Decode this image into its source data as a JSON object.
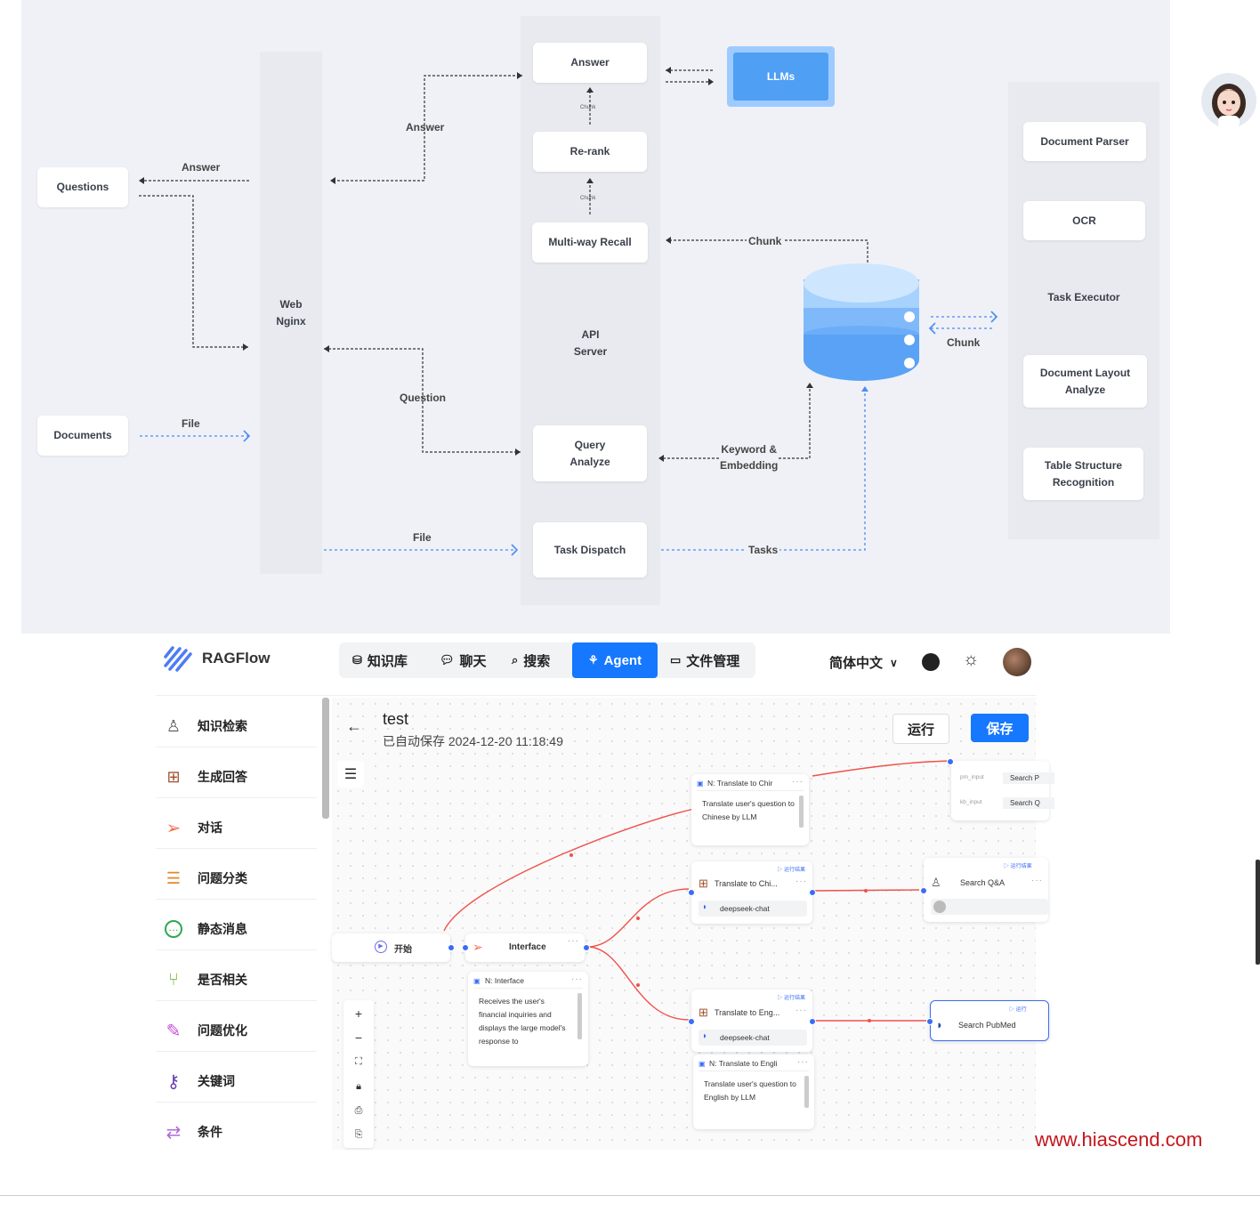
{
  "diagram": {
    "inputs": {
      "questions": "Questions",
      "documents": "Documents"
    },
    "web_nginx": [
      "Web",
      "Nginx"
    ],
    "api_server": [
      "API",
      "Server"
    ],
    "api_boxes": {
      "answer": "Answer",
      "rerank": "Re-rank",
      "recall": "Multi-way Recall",
      "query": [
        "Query",
        "Analyze"
      ],
      "dispatch": "Task Dispatch"
    },
    "llms": "LLMs",
    "executor": {
      "title": "Task Executor",
      "parser": "Document Parser",
      "ocr": "OCR",
      "layout": [
        "Document Layout",
        "Analyze"
      ],
      "table": [
        "Table Structure",
        "Recognition"
      ]
    },
    "labels": {
      "answer_left": "Answer",
      "answer_top": "Answer",
      "file_left": "File",
      "question": "Question",
      "file_bottom": "File",
      "chunk_top": "Chunk",
      "chunk_right": "Chunk",
      "keyword": [
        "Keyword &",
        "Embedding"
      ],
      "tasks": "Tasks",
      "chunk_tiny_1": "Chunk",
      "chunk_tiny_2": "Chunk"
    }
  },
  "app": {
    "brand": "RAGFlow",
    "nav": [
      "知识库",
      "聊天",
      "搜索",
      "Agent",
      "文件管理"
    ],
    "language": "简体中文",
    "sidebar": [
      "知识检索",
      "生成回答",
      "对话",
      "问题分类",
      "静态消息",
      "是否相关",
      "问题优化",
      "关键词",
      "条件"
    ],
    "header": {
      "title": "test",
      "subtitle": "已自动保存 2024-12-20 11:18:49",
      "run": "运行",
      "save": "保存"
    },
    "nodes": {
      "begin": "开始",
      "interface": "Interface",
      "note_interface": {
        "title": "N: Interface",
        "body": "Receives the user's financial inquiries and displays the large model's response to"
      },
      "note_cn": {
        "title": "N: Translate to Chir",
        "body": "Translate user's question to Chinese by LLM"
      },
      "translate_cn": {
        "title": "Translate to Chi...",
        "model": "deepseek-chat",
        "tag": "运行结果"
      },
      "translate_en": {
        "title": "Translate to Eng...",
        "model": "deepseek-chat",
        "tag": "运行结果"
      },
      "note_en": {
        "title": "N: Translate to Engli",
        "body": "Translate user's question to English by LLM"
      },
      "search_qa": {
        "title": "Search Q&A",
        "tag": "运行结果"
      },
      "search_pubmed": {
        "title": "Search PubMed",
        "tag": "运行"
      },
      "input_rows": [
        {
          "key": "pm_input",
          "val": "Search P"
        },
        {
          "key": "kb_input",
          "val": "Search Q"
        }
      ]
    }
  },
  "watermark": "www.hiascend.com"
}
